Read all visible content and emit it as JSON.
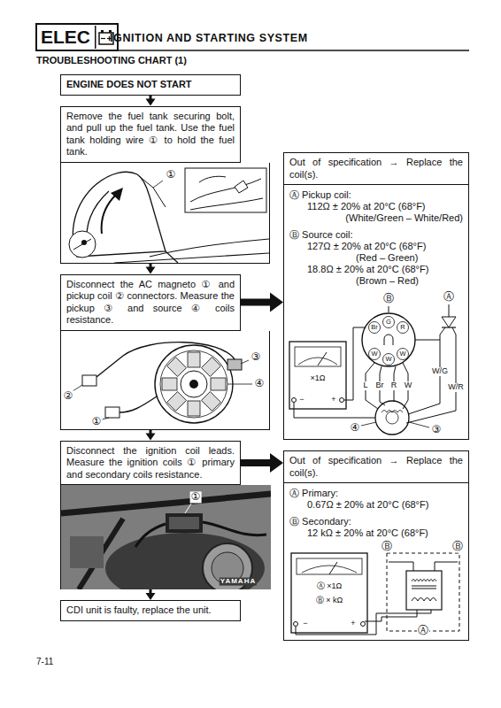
{
  "diagram": {
    "title": "IGNITION AND STARTING SYSTEM",
    "nodes": [
      {
        "text": [
          "ELEC"
        ]
      },
      {
        "text": [
          "ENGINE DOES NOT START"
        ]
      },
      {
        "text": [
          "Remove the fuel tank securing bolt, and pull up the fuel tank. Use the fuel tank holding wire ① to hold the fuel tank."
        ]
      },
      {
        "text": [
          "Disconnect the AC magneto ① and pickup coil ② connectors. Measure the pickup ③ and source ④ coils resistance."
        ]
      },
      {
        "text": [
          "Out of specification → Replace the coil(s).",
          "Ⓐ Pickup coil:",
          "112Ω ± 20% at 20°C (68°F)",
          "(White/Green – White/Red)",
          "Ⓑ Source coil:",
          "127Ω ± 20% at 20°C (68°F)",
          "(Red – Green)",
          "18.8Ω ± 20% at 20°C (68°F)",
          "(Brown – Red)"
        ]
      },
      {
        "text": [
          "Disconnect the ignition coil leads. Measure the ignition coils ① primary and secondary coils resistance."
        ]
      },
      {
        "text": [
          "Out of specification → Replace the coil(s).",
          "Ⓐ Primary:",
          "0.67Ω ± 20% at 20°C (68°F)",
          "Ⓑ Secondary:",
          "12 kΩ ± 20% at 20°C (68°F)"
        ]
      },
      {
        "text": [
          "CDI unit is faulty, replace the unit."
        ]
      }
    ],
    "edges": [
      {
        "from": 1,
        "to": 2,
        "arrow": "to"
      },
      {
        "from": 2,
        "to": 3,
        "arrow": "to"
      },
      {
        "from": 3,
        "to": 4,
        "arrow": "to"
      },
      {
        "from": 3,
        "to": 5,
        "arrow": "to"
      },
      {
        "from": 5,
        "to": 6,
        "arrow": "to"
      },
      {
        "from": 5,
        "to": 7,
        "arrow": "to"
      }
    ],
    "labels": [
      "TROUBLESHOOTING CHART (1)",
      "①",
      "③",
      "④",
      "②",
      "①",
      "Ⓐ",
      "Ⓑ",
      "Br",
      "G",
      "R",
      "W",
      "W",
      "W",
      "W/G",
      "W/R",
      "L",
      "Br",
      "R",
      "W",
      "×1Ω",
      "−",
      "+",
      "④",
      "③",
      "①",
      "YAMAHA",
      "Ⓑ",
      "Ⓑ",
      "Ⓐ ×1Ω",
      "Ⓑ × kΩ",
      "−",
      "+",
      "Ⓐ",
      "7-11"
    ]
  }
}
